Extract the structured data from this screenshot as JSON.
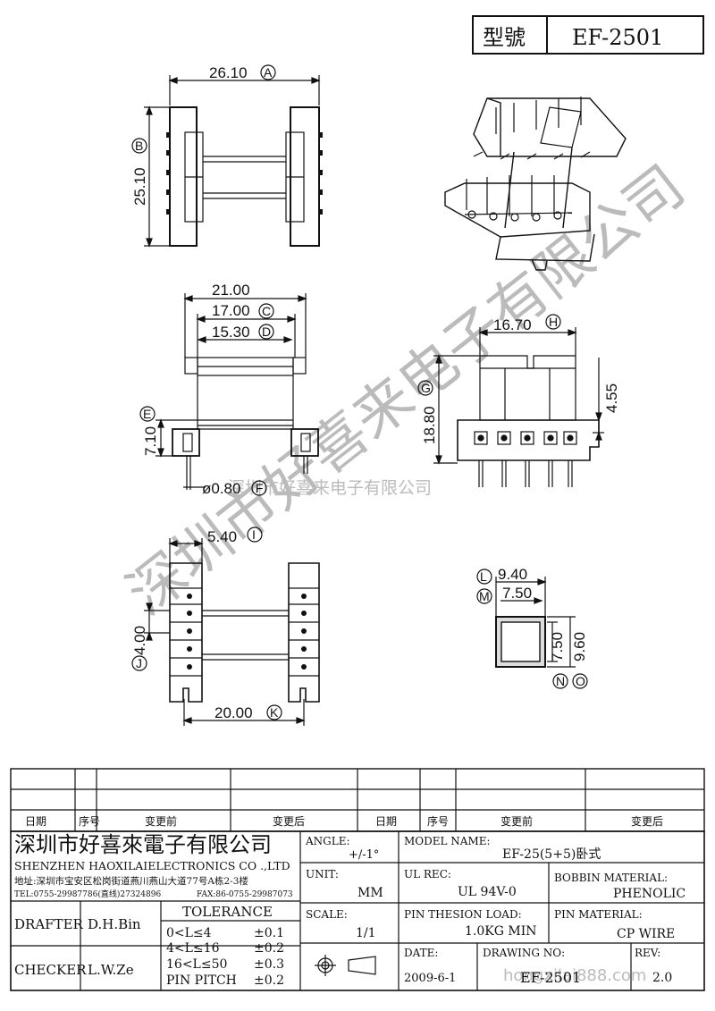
{
  "title_block": {
    "model_label": "型號",
    "model_value": "EF-2501"
  },
  "dimensions": {
    "A": {
      "value": "26.10",
      "circle": "A"
    },
    "B": {
      "value": "25.10",
      "circle": "B"
    },
    "C": {
      "value": "17.00",
      "circle": "C"
    },
    "D": {
      "value": "15.30",
      "circle": "D"
    },
    "overall_width": "21.00",
    "E": {
      "value": "7.10",
      "circle": "E"
    },
    "F": {
      "value": "ø0.80",
      "circle": "F"
    },
    "G": {
      "value": "18.80",
      "circle": "G"
    },
    "H": {
      "value": "16.70",
      "circle": "H"
    },
    "side_height": "4.55",
    "I": {
      "value": "5.40",
      "circle": "I"
    },
    "J": {
      "value": "4.00",
      "circle": "J"
    },
    "K": {
      "value": "20.00",
      "circle": "K"
    },
    "L": {
      "value": "9.40",
      "circle": "L"
    },
    "M": {
      "value": "7.50",
      "circle": "M"
    },
    "N": {
      "value": "7.50",
      "circle": "N"
    },
    "O": {
      "value": "9.60",
      "circle": "O"
    }
  },
  "watermark": {
    "large": "深圳市好喜来电子有限公司",
    "small": "深圳市好喜来电子有限公司",
    "corner": "hongxilai888.com"
  },
  "revision_table": {
    "headers": [
      "日期",
      "序号",
      "变更前",
      "变更后",
      "日期",
      "序号",
      "变更前",
      "变更后"
    ]
  },
  "company": {
    "name_cn": "深圳市好喜來電子有限公司",
    "name_en": "SHENZHEN HAOXILAIELECTRONICS CO .,LTD",
    "address": "地址:深圳市宝安区松岗街道燕川燕山大道77号A栋2-3楼",
    "tel": "TEL:0755-29987786(直线)27324896",
    "fax": "FAX:86-0755-29987073"
  },
  "fields": {
    "angle_label": "ANGLE:",
    "angle_value": "+/-1°",
    "model_name_label": "MODEL NAME:",
    "model_name_value": "EF-25(5+5)卧式",
    "unit_label": "UNIT:",
    "unit_value": "MM",
    "ul_label": "UL REC:",
    "ul_value": "UL 94V-0",
    "bobbin_label": "BOBBIN MATERIAL:",
    "bobbin_value": "PHENOLIC",
    "scale_label": "SCALE:",
    "scale_value": "1/1",
    "pin_load_label": "PIN THESION LOAD:",
    "pin_load_value": "1.0KG MIN",
    "pin_material_label": "PIN MATERIAL:",
    "pin_material_value": "CP  WIRE",
    "date_label": "DATE:",
    "date_value": "2009-6-1",
    "drawing_no_label": "DRAWING NO:",
    "drawing_no_value": "EF-2501",
    "rev_label": "REV:",
    "rev_value": "2.0",
    "drafter_label": "DRAFTER",
    "drafter_value": "D.H.Bin",
    "checker_label": "CHECKER",
    "checker_value": "L.W.Ze"
  },
  "tolerance": {
    "title": "TOLERANCE",
    "rows": [
      {
        "range": "0<L≤4",
        "tol": "±0.1"
      },
      {
        "range": "4<L≤16",
        "tol": "±0.2"
      },
      {
        "range": "16<L≤50",
        "tol": "±0.3"
      },
      {
        "range": "PIN PITCH",
        "tol": "±0.2"
      }
    ]
  }
}
